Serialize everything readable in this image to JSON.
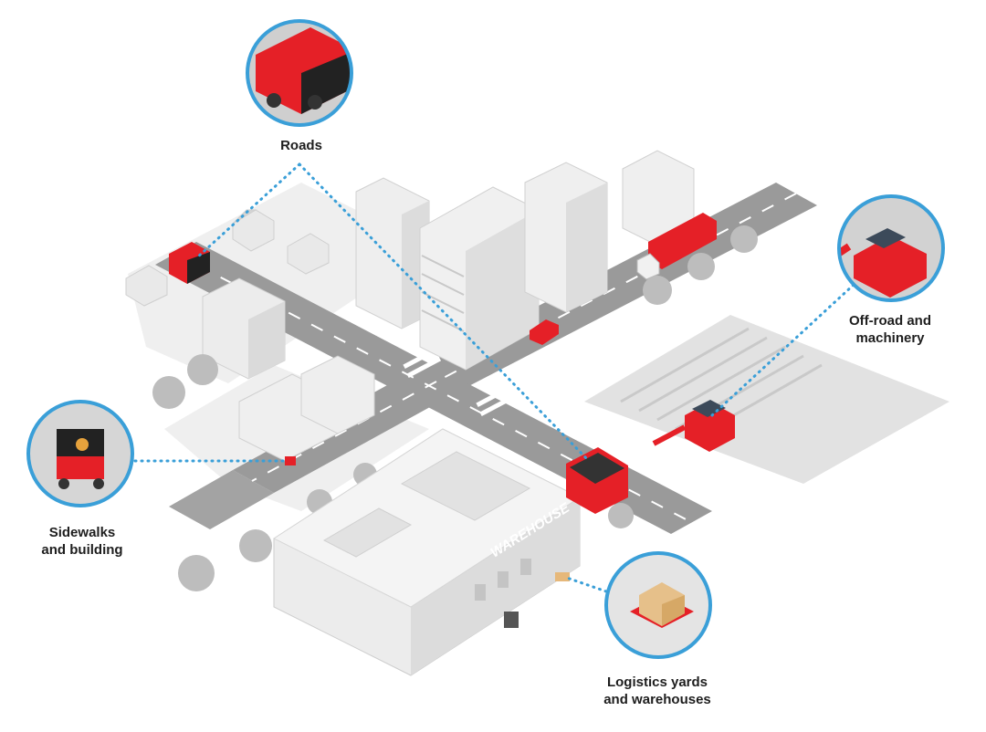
{
  "labels": {
    "roads": [
      "Roads"
    ],
    "offroad": [
      "Off-road and",
      "machinery"
    ],
    "sidewalks": [
      "Sidewalks",
      "and building"
    ],
    "logistics": [
      "Logistics yards",
      "and warehouses"
    ]
  },
  "warehouse_sign": "WAREHOUSE",
  "colors": {
    "accent_red": "#e52027",
    "callout_ring": "#3a9fd8",
    "road": "#9a9a9a",
    "building": "#e6e6e6",
    "ground": "#f2f2f2"
  }
}
